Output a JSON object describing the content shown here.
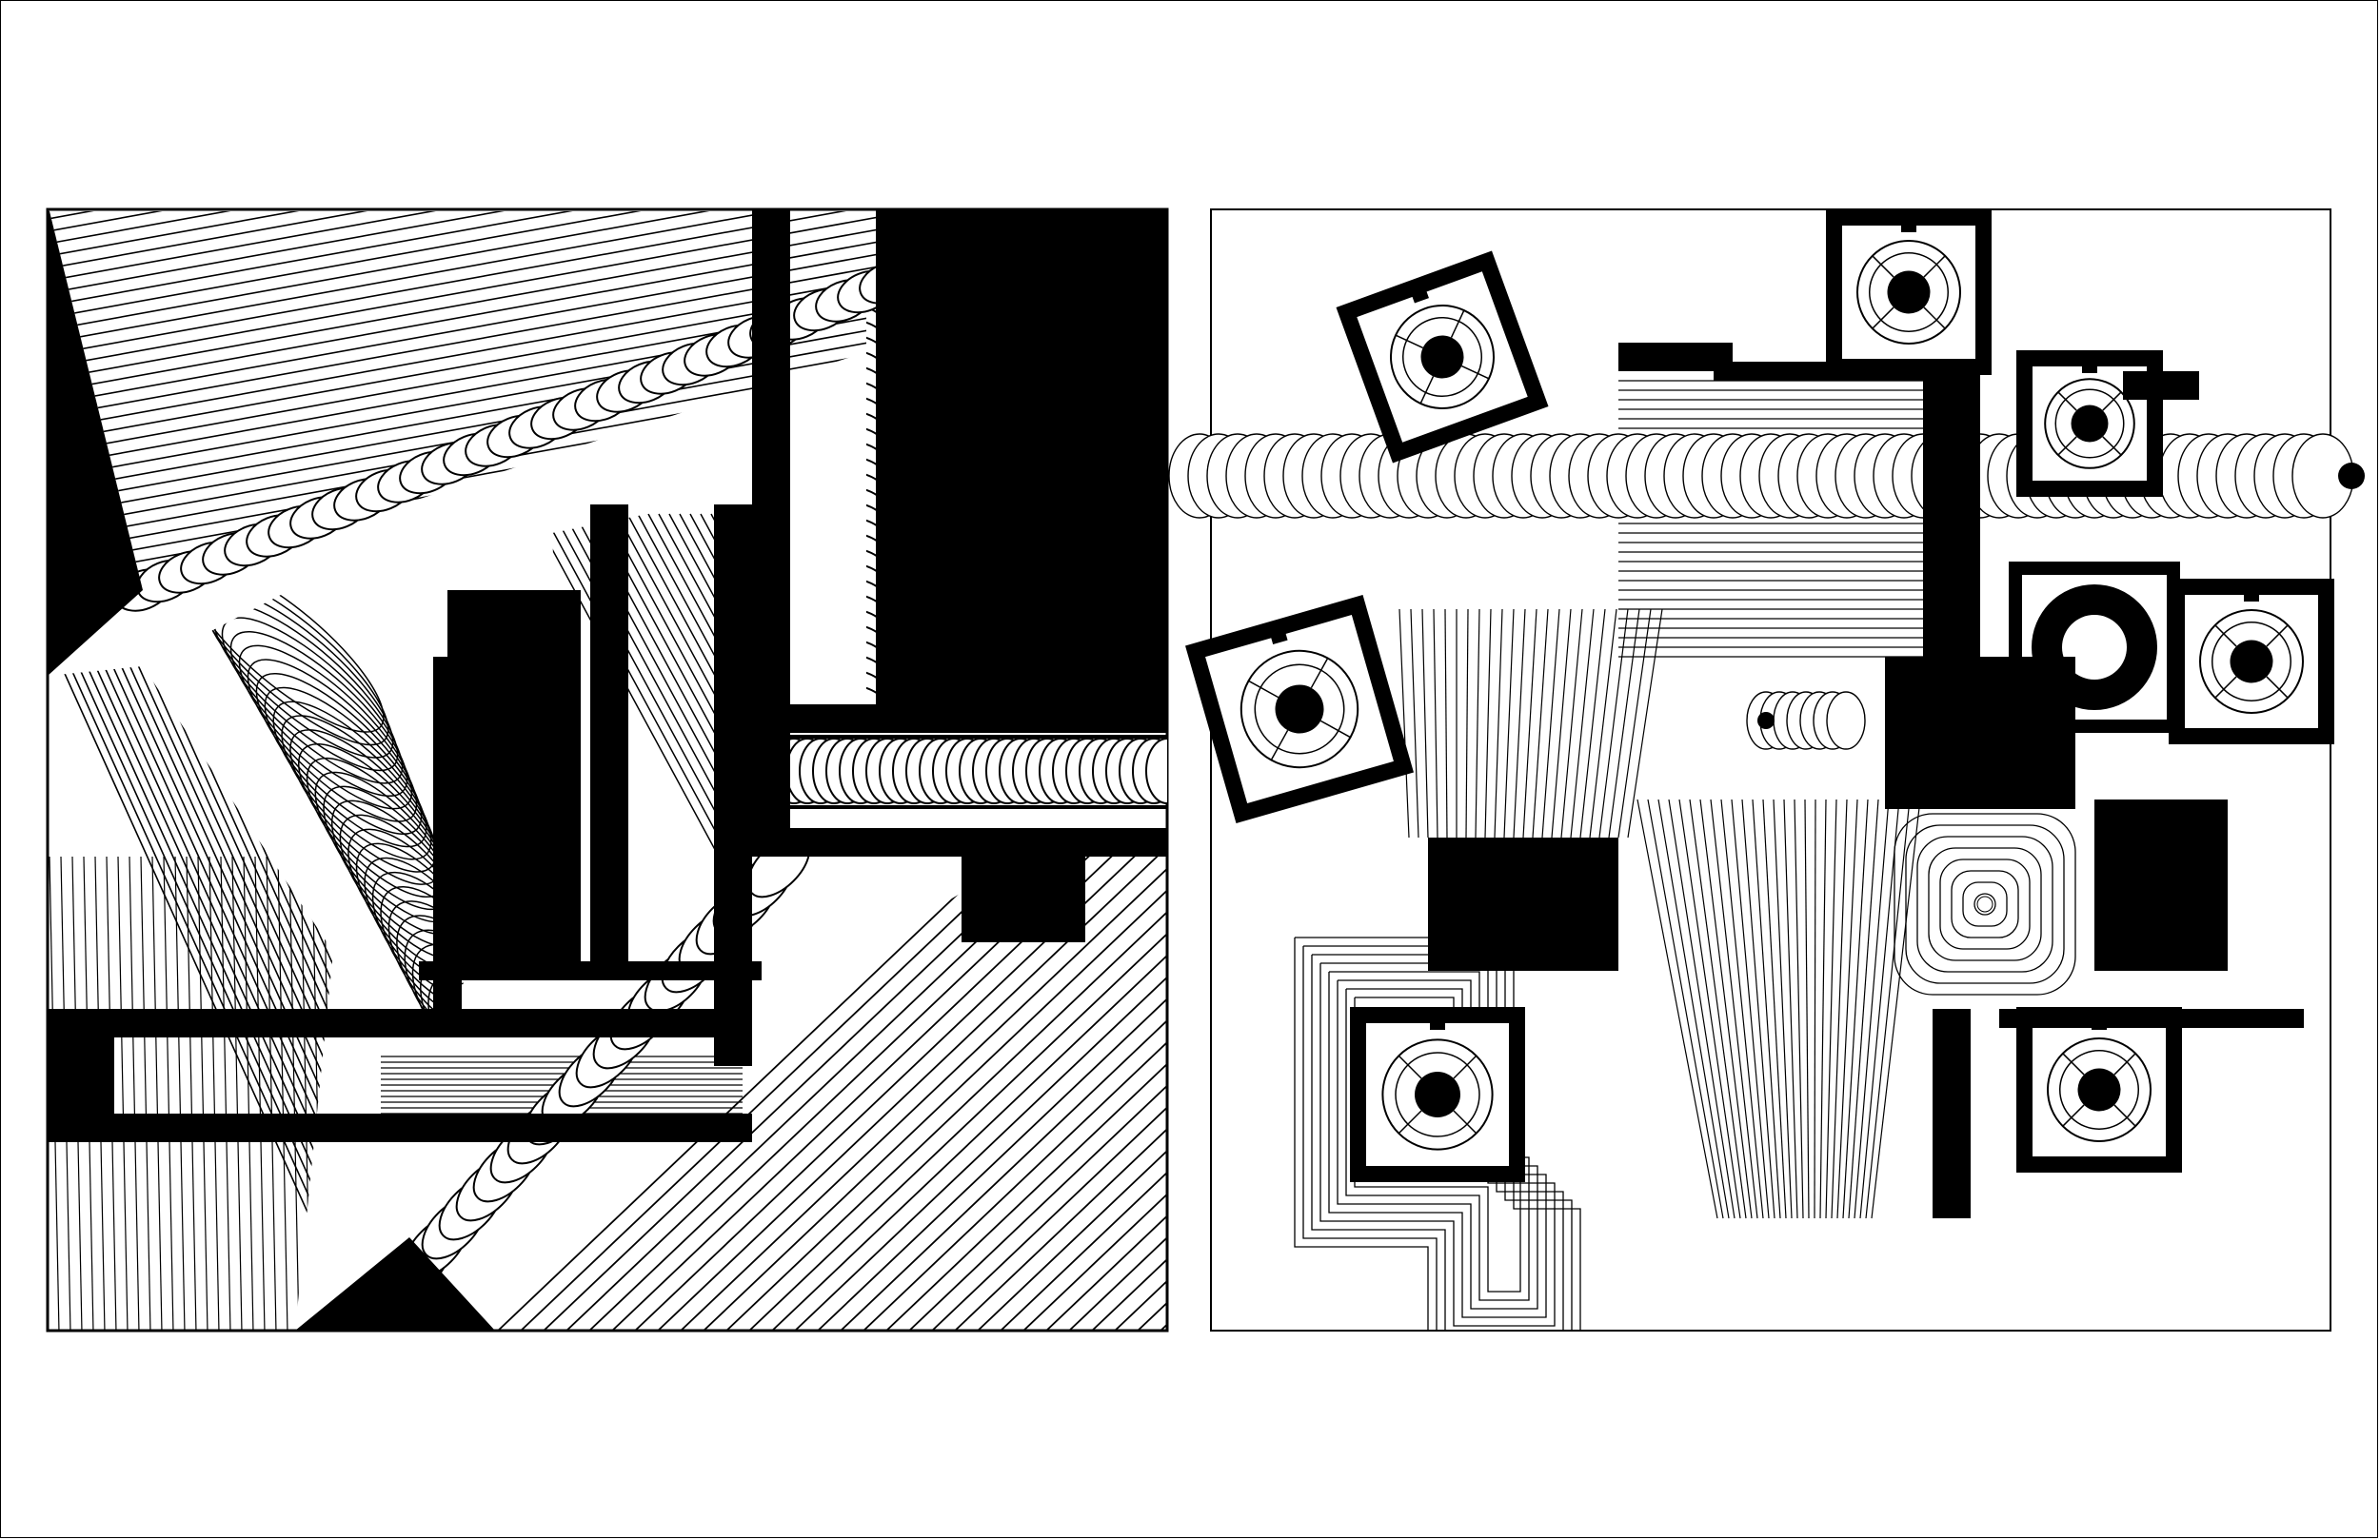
{
  "artwork": {
    "background": "#ffffff",
    "ink": "#000000",
    "panels": [
      {
        "id": "left",
        "style": "line-field-composition"
      },
      {
        "id": "right",
        "style": "circuit-module-composition"
      }
    ]
  }
}
